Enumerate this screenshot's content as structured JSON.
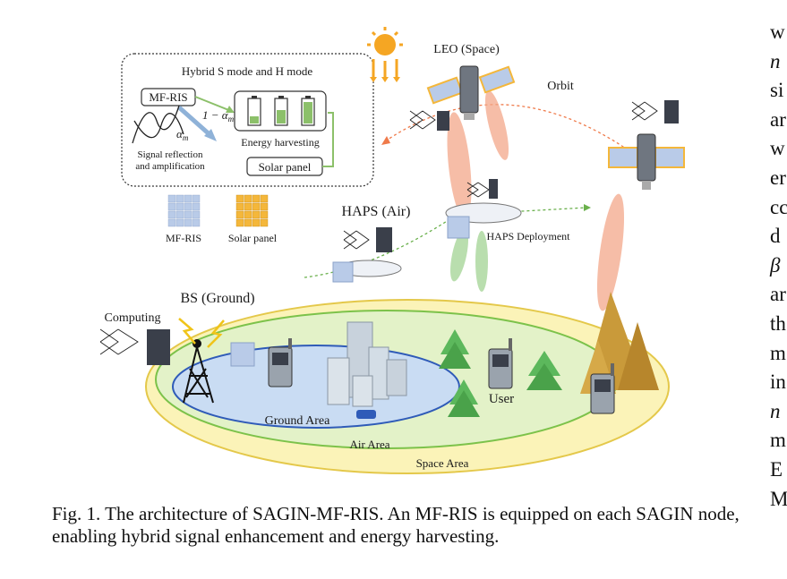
{
  "figure": {
    "legend_box": {
      "title": "Hybrid S mode and H mode",
      "mf_ris_label": "MF-RIS",
      "one_minus_alpha": "1 − α",
      "one_minus_alpha_sub": "m",
      "alpha": "α",
      "alpha_sub": "m",
      "signal_line1": "Signal reflection",
      "signal_line2": "and amplification",
      "energy_label": "Energy harvesting",
      "solar_panel_label": "Solar panel"
    },
    "legend_icons": {
      "mf_ris": "MF-RIS",
      "solar_panel": "Solar panel"
    },
    "labels": {
      "leo": "LEO (Space)",
      "orbit": "Orbit",
      "haps": "HAPS (Air)",
      "haps_deployment": "HAPS Deployment",
      "bs": "BS (Ground)",
      "computing": "Computing",
      "user": "User",
      "ground_area": "Ground Area",
      "air_area": "Air Area",
      "space_area": "Space Area"
    },
    "colors": {
      "space_area": "#fbf3b8",
      "air_area": "#e3f2c8",
      "ground_area": "#c9dcf3",
      "ris_tile": "#b9cbe8",
      "solar_tile": "#f4b73b",
      "beam_leo": "#f3a789",
      "beam_haps": "#a7d69a",
      "sun": "#f5a623"
    }
  },
  "caption": "Fig. 1.  The architecture of SAGIN-MF-RIS. An MF-RIS is equipped on each SAGIN node, enabling hybrid signal enhancement and energy harvesting.",
  "side_text": {
    "lines": [
      "w",
      "n",
      "si",
      "ar",
      "w",
      "er",
      "cc",
      "d",
      "β",
      "ar",
      "th",
      "m",
      "in",
      "n",
      "m",
      "E",
      "M"
    ]
  }
}
